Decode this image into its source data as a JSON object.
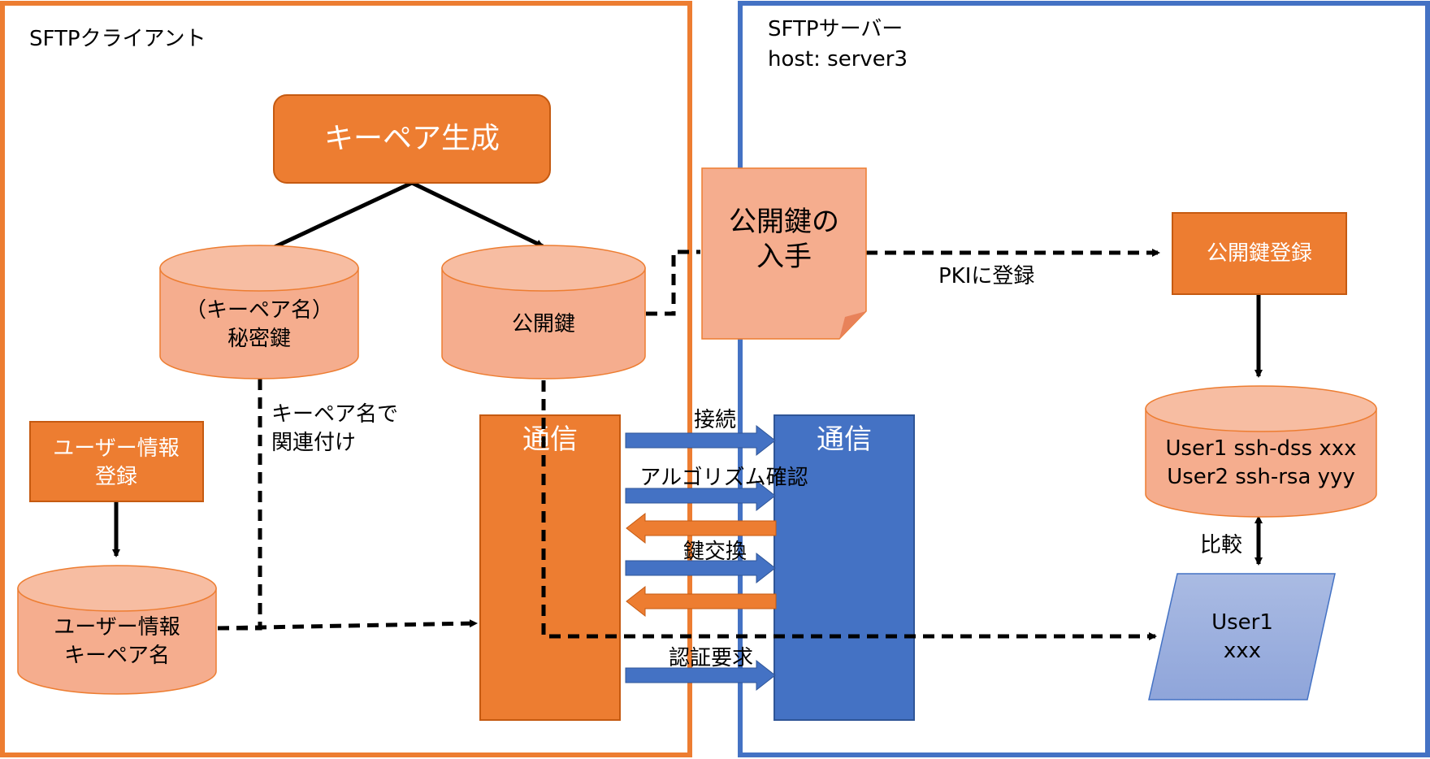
{
  "colors": {
    "orange": "#ED7D31",
    "orange_light": "#F5AD8E",
    "orange_border": "#C55A11",
    "blue": "#4472C4",
    "blue_border": "#2F5597",
    "blue_light": "#A4B6E2",
    "black": "#000000",
    "white": "#FFFFFF"
  },
  "client": {
    "title": "SFTPクライアント"
  },
  "server": {
    "title": "SFTPサーバー",
    "host": "host: server3"
  },
  "nodes": {
    "keygen": {
      "label": "キーペア生成"
    },
    "private_key": {
      "line1": "（キーペア名）",
      "line2": "秘密鍵"
    },
    "public_key": {
      "label": "公開鍵"
    },
    "user_info_reg": {
      "line1": "ユーザー情報",
      "line2": "登録"
    },
    "user_info_db": {
      "line1": "ユーザー情報",
      "line2": "キーペア名"
    },
    "client_comm": {
      "label": "通信"
    },
    "server_comm": {
      "label": "通信"
    },
    "obtain_pubkey": {
      "line1": "公開鍵の",
      "line2": "入手"
    },
    "pubkey_reg": {
      "label": "公開鍵登録"
    },
    "key_db": {
      "line1": "User1 ssh-dss xxx",
      "line2": "User2 ssh-rsa yyy"
    },
    "user_input": {
      "line1": "User1",
      "line2": "xxx"
    }
  },
  "labels": {
    "link_by_name_1": "キーペア名で",
    "link_by_name_2": "関連付け",
    "pki_register": "PKIに登録",
    "compare": "比較",
    "connect": "接続",
    "algo_confirm": "アルゴリズム確認",
    "key_exchange": "鍵交換",
    "auth_request": "認証要求"
  }
}
